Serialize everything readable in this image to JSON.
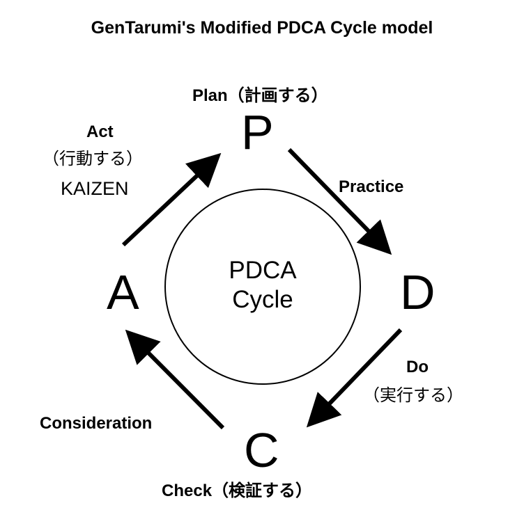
{
  "title": "GenTarumi's Modified PDCA Cycle model",
  "center": {
    "line1": "PDCA",
    "line2": "Cycle"
  },
  "nodes": {
    "p": "P",
    "d": "D",
    "c": "C",
    "a": "A"
  },
  "labels": {
    "plan": "Plan（計画する）",
    "practice": "Practice",
    "do_en": "Do",
    "do_jp": "（実行する）",
    "check": "Check（検証する）",
    "consideration": "Consideration",
    "act_en": "Act",
    "act_jp": "（行動する）",
    "kaizen": "KAIZEN"
  }
}
